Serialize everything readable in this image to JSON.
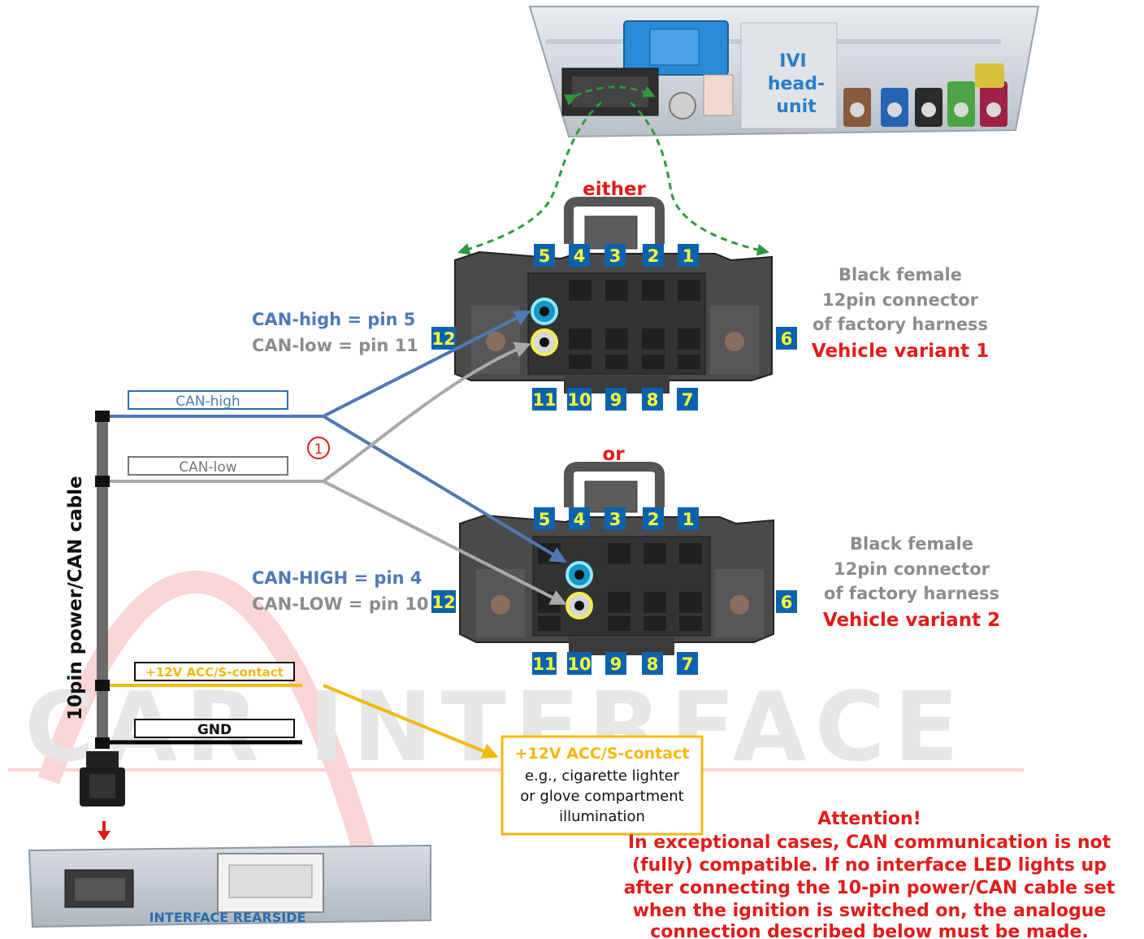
{
  "head_unit": {
    "label_line1": "IVI",
    "label_line2": "head-",
    "label_line3": "unit"
  },
  "either_label": "either",
  "or_label": "or",
  "connector_top_pins": [
    "5",
    "4",
    "3",
    "2",
    "1"
  ],
  "connector_bottom_pins": [
    "11",
    "10",
    "9",
    "8",
    "7"
  ],
  "connector_left_pin": "12",
  "connector_right_pin": "6",
  "variant1": {
    "desc_line1": "Black female",
    "desc_line2": "12pin connector",
    "desc_line3": "of factory harness",
    "title": "Vehicle variant 1",
    "can_high": "CAN-high = pin 5",
    "can_low": "CAN-low = pin 11"
  },
  "variant2": {
    "desc_line1": "Black female",
    "desc_line2": "12pin connector",
    "desc_line3": "of factory harness",
    "title": "Vehicle variant 2",
    "can_high": "CAN-HIGH = pin 4",
    "can_low": "CAN-LOW = pin 10"
  },
  "cable": {
    "title": "10pin power/CAN cable",
    "wire_can_high": "CAN-high",
    "wire_can_low": "CAN-low",
    "wire_acc": "+12V ACC/S-contact",
    "wire_gnd": "GND",
    "marker": "1"
  },
  "acc_box": {
    "title": "+12V ACC/S-contact",
    "line1": "e.g., cigarette lighter",
    "line2": "or glove compartment",
    "line3": "illumination"
  },
  "interface_label": "INTERFACE  REARSIDE",
  "attention": {
    "title": "Attention!",
    "line1": "In exceptional cases, CAN communication is not",
    "line2": "(fully) compatible. If no interface LED lights up",
    "line3": "after connecting the 10-pin power/CAN cable set",
    "line4": "when the ignition is switched on, the analogue",
    "line5": "connection described below must be made."
  },
  "watermark": "CAR INTERFACE",
  "colors": {
    "can_high": "#4f79b5",
    "can_low": "#a9a9a9",
    "acc": "#f2b90f",
    "gnd": "#000000",
    "red": "#e21b1b",
    "pin_box": "#0b63b0",
    "pin_text": "#ffff33",
    "green_dash": "#2e9a3c"
  }
}
